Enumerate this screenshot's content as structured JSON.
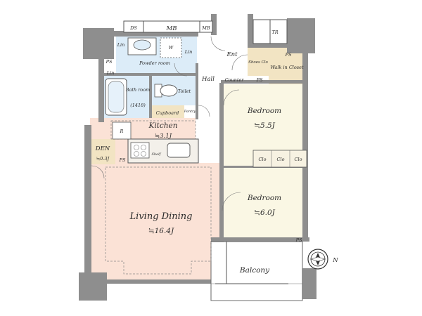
{
  "colors": {
    "living": "#fbe2d6",
    "bedroom": "#faf7e4",
    "wet": "#dcecf8",
    "closet": "#f2e4c3",
    "floor": "#ffffff",
    "wall": "#8e8e8e",
    "accent": "#e8d6a8"
  },
  "rooms": {
    "living_dining": {
      "name": "Living Dining",
      "size": "≒16.4J"
    },
    "kitchen": {
      "name": "Kitchen",
      "size": "≒3.1J"
    },
    "bedroom_1": {
      "name": "Bedroom",
      "size": "≒5.5J"
    },
    "bedroom_2": {
      "name": "Bedroom",
      "size": "≒6.0J"
    },
    "den": {
      "name": "DEN",
      "size": "≒0.3J"
    },
    "powder_room": {
      "name": "Powder room"
    },
    "bathroom": {
      "name": "Bath room",
      "size": "(1418)"
    },
    "toilet": {
      "name": "Toilet"
    },
    "hall": {
      "name": "Hall"
    },
    "entrance": {
      "name": "Ent"
    },
    "walk_in_closet": {
      "name": "Walk in Closet"
    },
    "balcony": {
      "name": "Balcony"
    }
  },
  "fixtures": {
    "ds": "DS",
    "mb": "MB",
    "mb_small": "MB",
    "tr": "TR",
    "w": "W",
    "lin": "Lin",
    "ps": "PS",
    "r": "R",
    "cupboard": "Cupboard",
    "pantry": "Pantry",
    "counter": "Counter",
    "shoes_closet": "Shoes Clo",
    "clo": "Clo",
    "shelf": "Shelf"
  },
  "compass": {
    "label": "N"
  }
}
